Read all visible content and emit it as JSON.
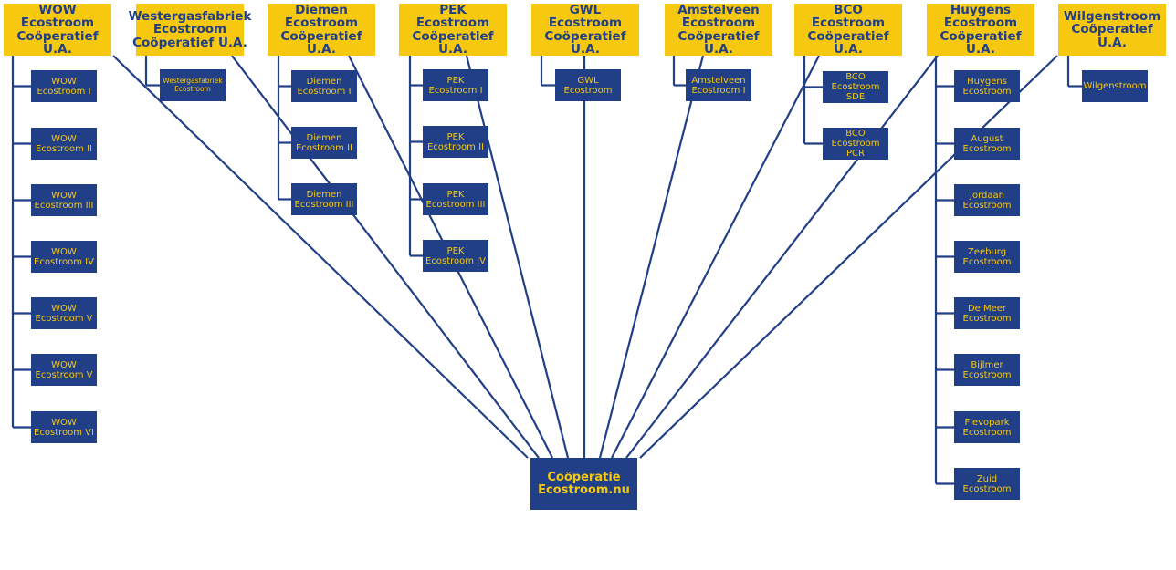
{
  "root": {
    "label": "Coöperatie\nEcostroom.nu"
  },
  "colors": {
    "parent_fill": "#f6c80f",
    "child_fill": "#213f86",
    "line": "#213f86"
  },
  "groups": [
    {
      "name": "WOW\nEcostroom\nCoöperatief\nU.A.",
      "children": [
        "WOW\nEcostroom I",
        "WOW\nEcostroom II",
        "WOW\nEcostroom III",
        "WOW\nEcostroom IV",
        "WOW\nEcostroom V",
        "WOW\nEcostroom V",
        "WOW\nEcostroom VI"
      ]
    },
    {
      "name": "Westergasfabriek\nEcostroom\nCoöperatief U.A.",
      "children": [
        "Westergasfabriek\nEcostroom"
      ]
    },
    {
      "name": "Diemen\nEcostroom\nCoöperatief\nU.A.",
      "children": [
        "Diemen\nEcostroom I",
        "Diemen\nEcostroom II",
        "Diemen\nEcostroom III"
      ]
    },
    {
      "name": "PEK Ecostroom\nCoöperatief\nU.A.",
      "children": [
        "PEK\nEcostroom I",
        "PEK\nEcostroom II",
        "PEK\nEcostroom III",
        "PEK\nEcostroom IV"
      ]
    },
    {
      "name": "GWL\nEcostroom\nCoöperatief\nU.A.",
      "children": [
        "GWL\nEcostroom"
      ]
    },
    {
      "name": "Amstelveen\nEcostroom\nCoöperatief\nU.A.",
      "children": [
        "Amstelveen\nEcostroom I"
      ]
    },
    {
      "name": "BCO Ecostroom\nCoöperatief\nU.A.",
      "children": [
        "BCO\nEcostroom\nSDE",
        "BCO\nEcostroom\nPCR"
      ]
    },
    {
      "name": "Huygens\nEcostroom\nCoöperatief\nU.A.",
      "children": [
        "Huygens\nEcostroom",
        "August\nEcostroom",
        "Jordaan\nEcostroom",
        "Zeeburg\nEcostroom",
        "De Meer\nEcostroom",
        "Bijlmer\nEcostroom",
        "Flevopark\nEcostroom",
        "Zuid\nEcostroom"
      ]
    },
    {
      "name": "Wilgenstroom\nCoöperatief\nU.A.",
      "children": [
        "Wilgenstroom"
      ]
    }
  ]
}
